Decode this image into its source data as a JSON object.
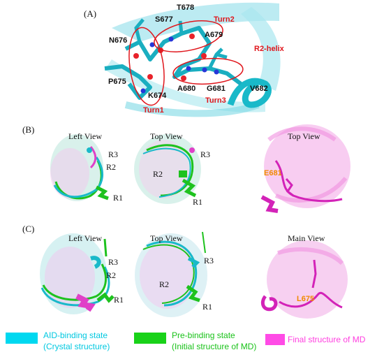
{
  "panels": {
    "a": {
      "label": "(A)",
      "residues": {
        "t678": "T678",
        "s677": "S677",
        "a679": "A679",
        "n676": "N676",
        "p675": "P675",
        "k674": "K674",
        "a680": "A680",
        "g681": "G681",
        "v682": "V682"
      },
      "annotations": {
        "turn1": "Turn1",
        "turn2": "Turn2",
        "turn3": "Turn3",
        "r2_helix": "R2-helix"
      }
    },
    "b": {
      "label": "(B)",
      "views": {
        "left": "Left View",
        "top": "Top View",
        "top2": "Top View"
      },
      "regions": {
        "r1": "R1",
        "r2": "R2",
        "r3": "R3"
      },
      "highlight": "E681"
    },
    "c": {
      "label": "(C)",
      "views": {
        "left": "Left View",
        "top": "Top View",
        "main": "Main View"
      },
      "regions": {
        "r1": "R1",
        "r2": "R2",
        "r3": "R3"
      },
      "highlight": "L675"
    }
  },
  "legend": {
    "aid": {
      "line1": "AID-binding state",
      "line2": "(Crystal structure)",
      "color": "#00d8f0"
    },
    "pre": {
      "line1": "Pre-binding state",
      "line2": "(Initial structure of MD)",
      "color": "#19d219"
    },
    "final": {
      "line1": "Final structure of MD",
      "color": "#ff4be6"
    }
  },
  "colors": {
    "cyan": "#19b9c9",
    "green": "#1ec21e",
    "magenta": "#e040c8",
    "red": "#e0161c",
    "orange": "#f08a00"
  }
}
